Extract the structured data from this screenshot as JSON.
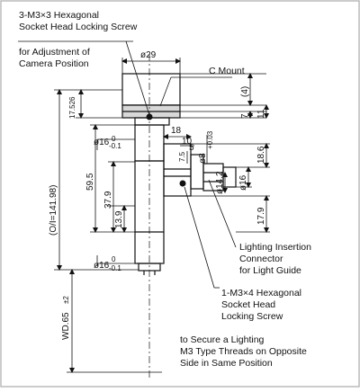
{
  "annotations": {
    "set_screw": [
      "3-M3×3 Hexagonal",
      "Socket Head Locking Screw"
    ],
    "adjustment": [
      "for Adjustment of",
      "Camera Position"
    ],
    "c_mount": "C Mount",
    "lighting_connector": [
      "Lighting Insertion",
      "Connector",
      "for Light Guide"
    ],
    "locking_screw": [
      "1-M3×4 Hexagonal",
      "Socket Head",
      "Locking Screw"
    ],
    "threads_note": [
      "to Secure a Lighting",
      "M3 Type Threads on Opposite",
      "Side in Same Position"
    ]
  },
  "dimensions": {
    "d29": "ø29",
    "d17526": "17.526",
    "d4": "(4)",
    "d7": "7",
    "d11": "11",
    "d18": "18",
    "d10": "10",
    "d5": "5",
    "d75": "7.5",
    "d16_top": "ø16",
    "d16_top_tol": "-0.1",
    "d8": "ø8",
    "d8_tol": "+0.03",
    "d186": "18.6",
    "d142": "ø14.2",
    "d16_right": "ø16",
    "d595": "59.5",
    "d379": "37.9",
    "d139": "13.9",
    "d179": "17.9",
    "d16_bottom": "ø16",
    "d16_bottom_tol": "-0.1",
    "total": "(O/I=141.98)",
    "wd": "WD.65",
    "wd_tol": "±2",
    "zero": "0"
  }
}
